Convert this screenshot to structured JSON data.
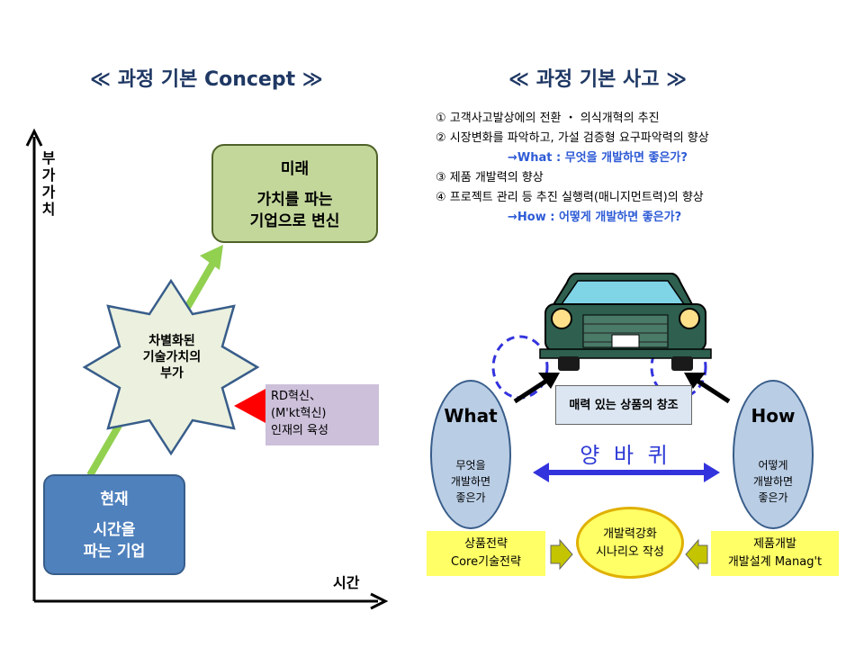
{
  "left": {
    "title": "≪ 과정 기본 Concept ≫",
    "y_axis_label": "부가가치",
    "x_axis_label": "시간",
    "future": {
      "line1": "미래",
      "line2": "가치를 파는",
      "line3": "기업으로 변신"
    },
    "star": {
      "line1": "차별화된",
      "line2": "기술가치의",
      "line3": "부가"
    },
    "rd": {
      "line1": "RD혁신、",
      "line2": "(M'kt혁신)",
      "line3": "인재의 육성"
    },
    "current": {
      "line1": "현재",
      "line2": "시간을",
      "line3": "파는 기업"
    }
  },
  "right": {
    "title": "≪ 과정 기본 사고 ≫",
    "points": [
      "① 고객사고발상에의 전환 ・ 의식개혁의 추진",
      "② 시장변화를 파악하고, 가설 검증형 요구파악력의 향상",
      "③ 제품 개발력의 향상",
      "④ 프로젝트 관리 등 추진 실행력(매니지먼트력)의 향상"
    ],
    "what_note": "→What : 무엇을 개발하면 좋은가?",
    "how_note": "→How : 어떻게 개발하면 좋은가?",
    "center_label": "매력 있는 상품의 창조",
    "what_oval": {
      "title": "What",
      "line1": "무엇을",
      "line2": "개발하면",
      "line3": "좋은가"
    },
    "how_oval": {
      "title": "How",
      "line1": "어떻게",
      "line2": "개발하면",
      "line3": "좋은가"
    },
    "wheels_label": "양 바 퀴",
    "left_box": {
      "line1": "상품전략",
      "line2": "Core기술전략"
    },
    "right_box": {
      "line1": "제품개발",
      "line2": "개발설계 Manag't"
    },
    "scenario": {
      "line1": "개발력강화",
      "line2": "시나리오 작성"
    }
  },
  "colors": {
    "title": "#1f3864",
    "future_fill": "#c4d79b",
    "current_fill": "#4f81bd",
    "rd_fill": "#ccc0da",
    "green_arrow": "#92d050",
    "red_triangle": "#ff0000",
    "oval_fill": "#b9cde5",
    "blue_arrow": "#3333dd",
    "yellow": "#ffff66",
    "car_body": "#2e5f4f"
  }
}
